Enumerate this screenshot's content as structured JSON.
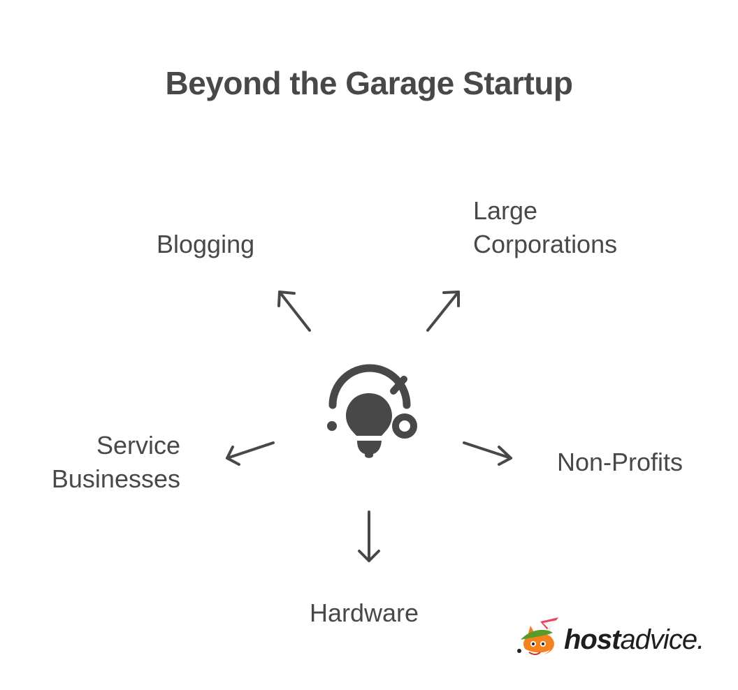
{
  "title": "Beyond the Garage Startup",
  "center": {
    "icon": "lightbulb-idea-icon",
    "color": "#484848"
  },
  "branches": {
    "blogging": {
      "lines": [
        "Blogging"
      ]
    },
    "large_corporations": {
      "lines": [
        "Large",
        "Corporations"
      ]
    },
    "service_businesses": {
      "lines": [
        "Service",
        "Businesses"
      ]
    },
    "non_profits": {
      "lines": [
        "Non-Profits"
      ]
    },
    "hardware": {
      "lines": [
        "Hardware"
      ]
    }
  },
  "logo": {
    "bold": "host",
    "light": "advice.",
    "mascot": "fox-mascot-icon"
  },
  "colors": {
    "text": "#484848",
    "arrow": "#484848",
    "background": "#ffffff"
  }
}
